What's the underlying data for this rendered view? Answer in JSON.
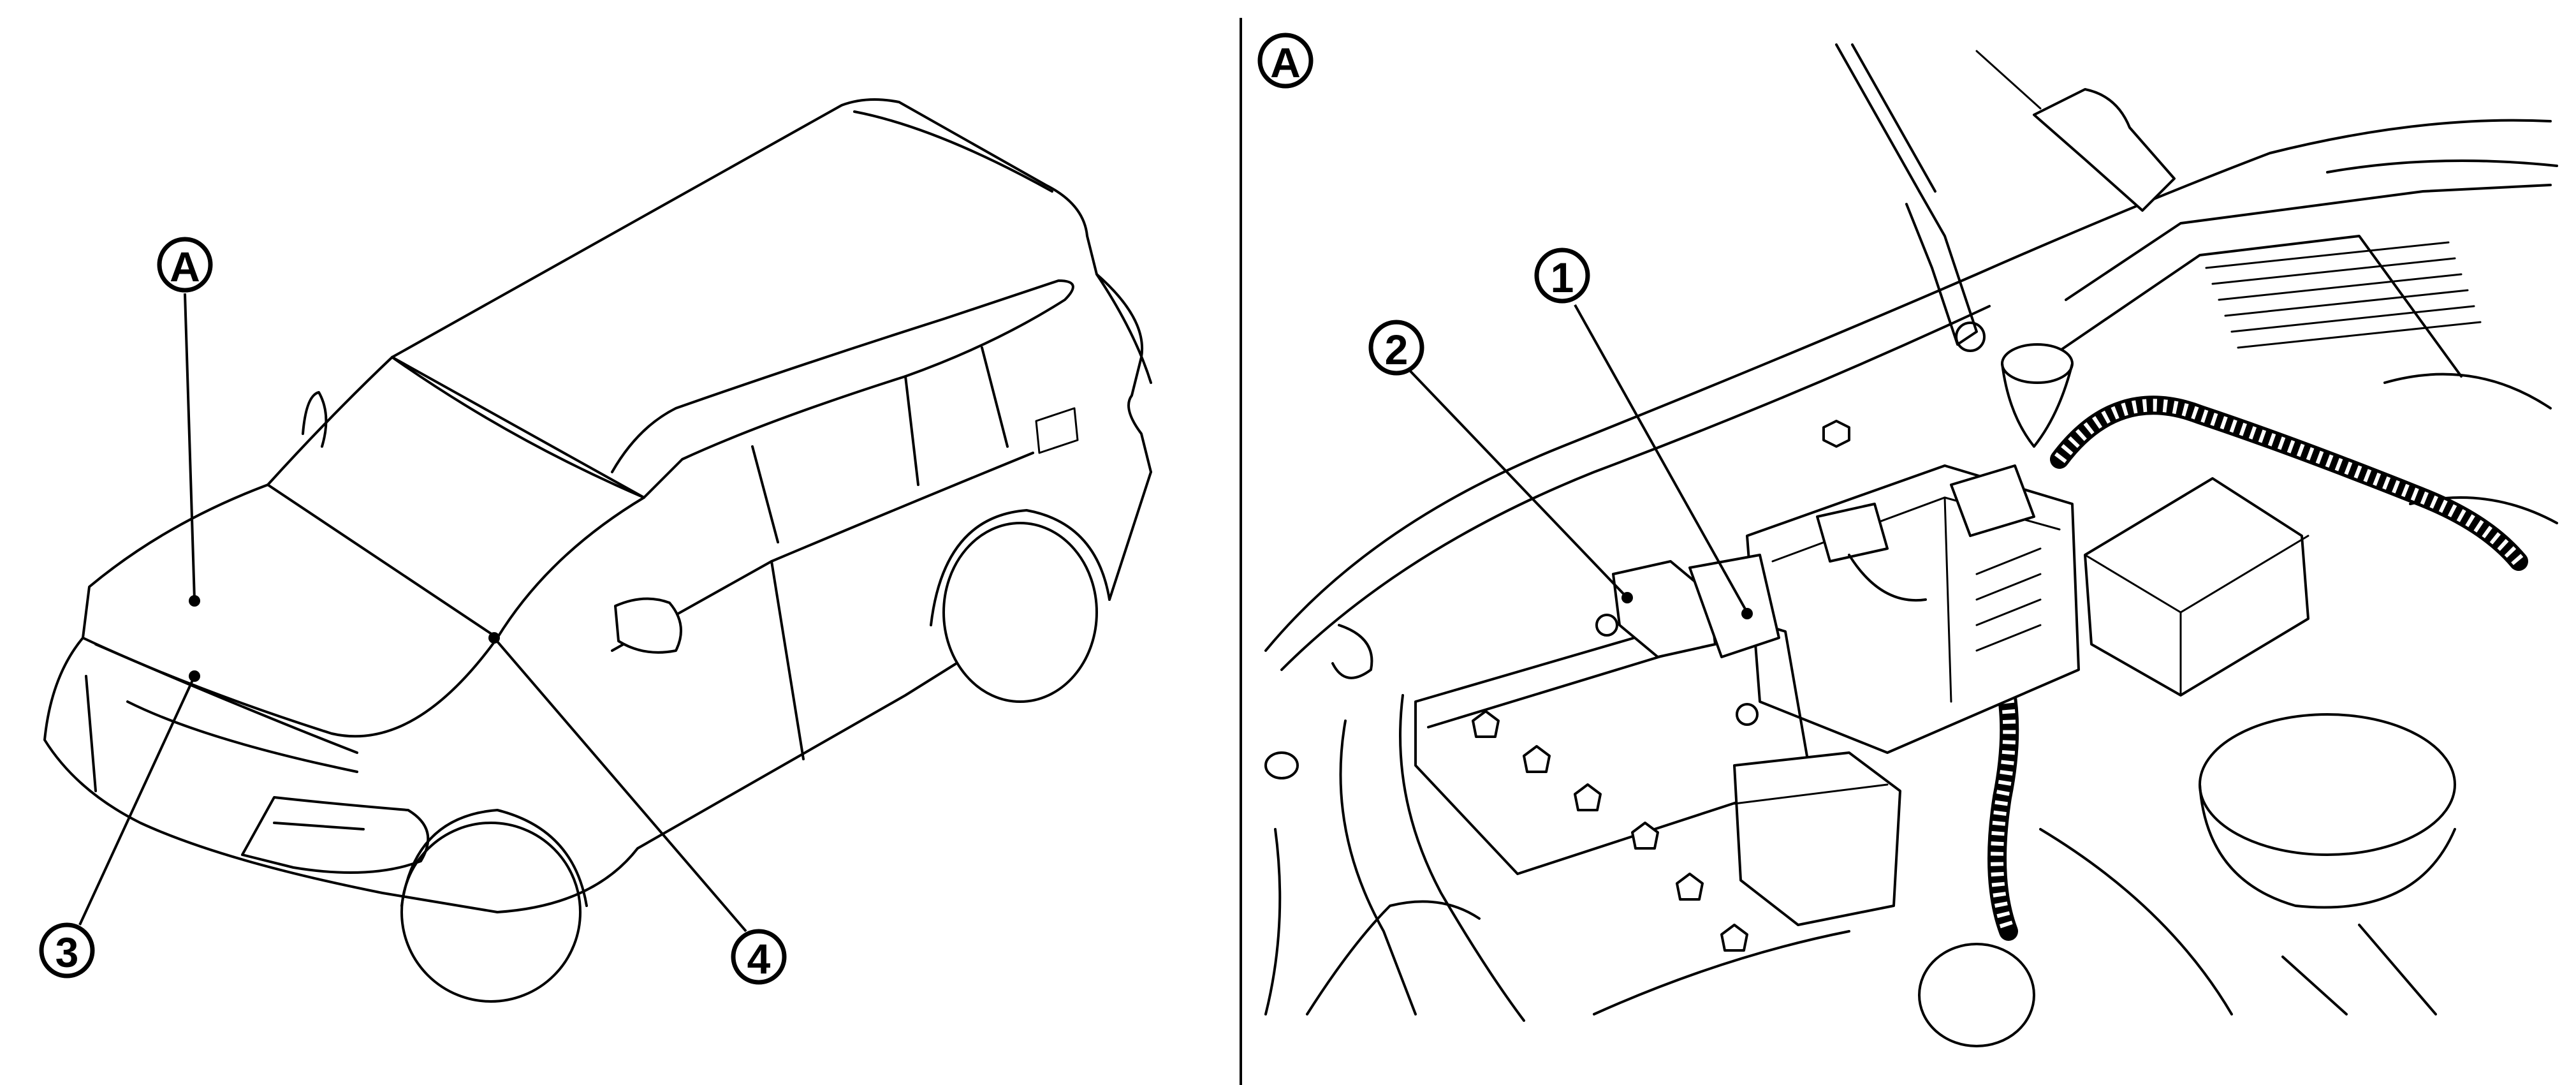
{
  "callouts": {
    "a_left": "A",
    "a_right": "A",
    "c1": "1",
    "c2": "2",
    "c3": "3",
    "c4": "4"
  }
}
